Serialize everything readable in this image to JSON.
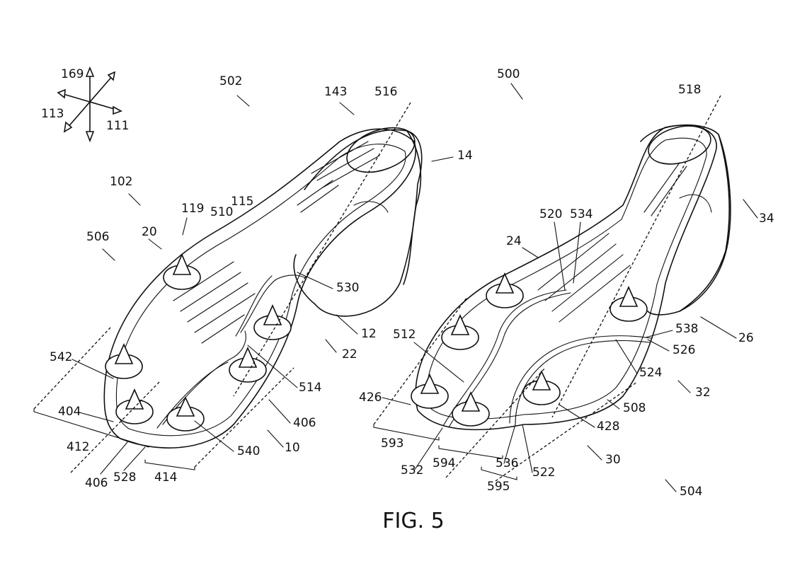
{
  "figure": {
    "caption": "FIG. 5",
    "axis_labels": [
      "169",
      "113",
      "111"
    ],
    "left_shoe_labels": [
      "502",
      "143",
      "516",
      "14",
      "102",
      "119",
      "510",
      "115",
      "20",
      "506",
      "530",
      "12",
      "22",
      "542",
      "514",
      "404",
      "412",
      "406",
      "540",
      "10",
      "406",
      "528",
      "414"
    ],
    "right_shoe_labels": [
      "500",
      "518",
      "34",
      "520",
      "534",
      "24",
      "538",
      "26",
      "526",
      "512",
      "524",
      "32",
      "426",
      "508",
      "428",
      "593",
      "532",
      "594",
      "536",
      "522",
      "30",
      "595",
      "504"
    ]
  }
}
